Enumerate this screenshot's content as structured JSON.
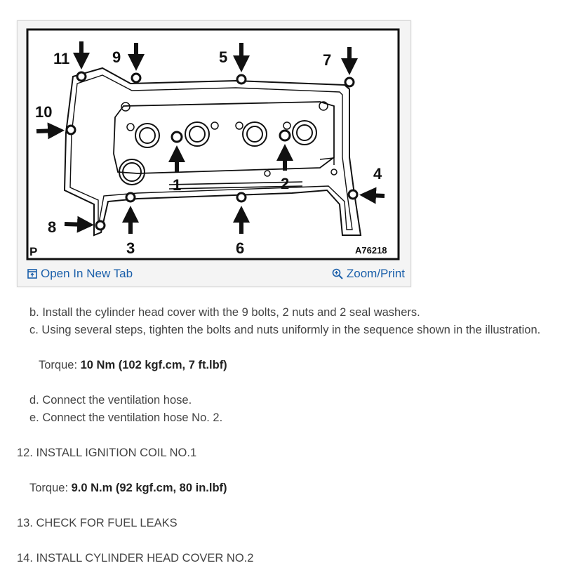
{
  "figure": {
    "callouts": [
      "11",
      "9",
      "5",
      "7",
      "10",
      "4",
      "1",
      "2",
      "8",
      "3",
      "6"
    ],
    "corner_label": "P",
    "figure_id": "A76218",
    "open_link": "Open In New Tab",
    "zoom_link": "Zoom/Print"
  },
  "steps": {
    "b": "b. Install the cylinder head cover with the 9 bolts, 2 nuts and 2 seal washers.",
    "c": "c. Using several steps, tighten the bolts and nuts uniformly in the sequence shown in the illustration.",
    "torque1_label": "Torque: ",
    "torque1_value": "10 Nm (102 kgf.cm, 7 ft.lbf)",
    "d": "d. Connect the ventilation hose.",
    "e": "e. Connect the ventilation hose No. 2.",
    "s12": "12. INSTALL IGNITION COIL NO.1",
    "torque2_label": "Torque: ",
    "torque2_value": "9.0 N.m (92 kgf.cm, 80 in.lbf)",
    "s13": "13. CHECK FOR FUEL LEAKS",
    "s14": "14. INSTALL CYLINDER HEAD COVER NO.2"
  },
  "colors": {
    "link": "#1a5faa",
    "text": "#444444",
    "card_bg": "#f4f4f4"
  }
}
